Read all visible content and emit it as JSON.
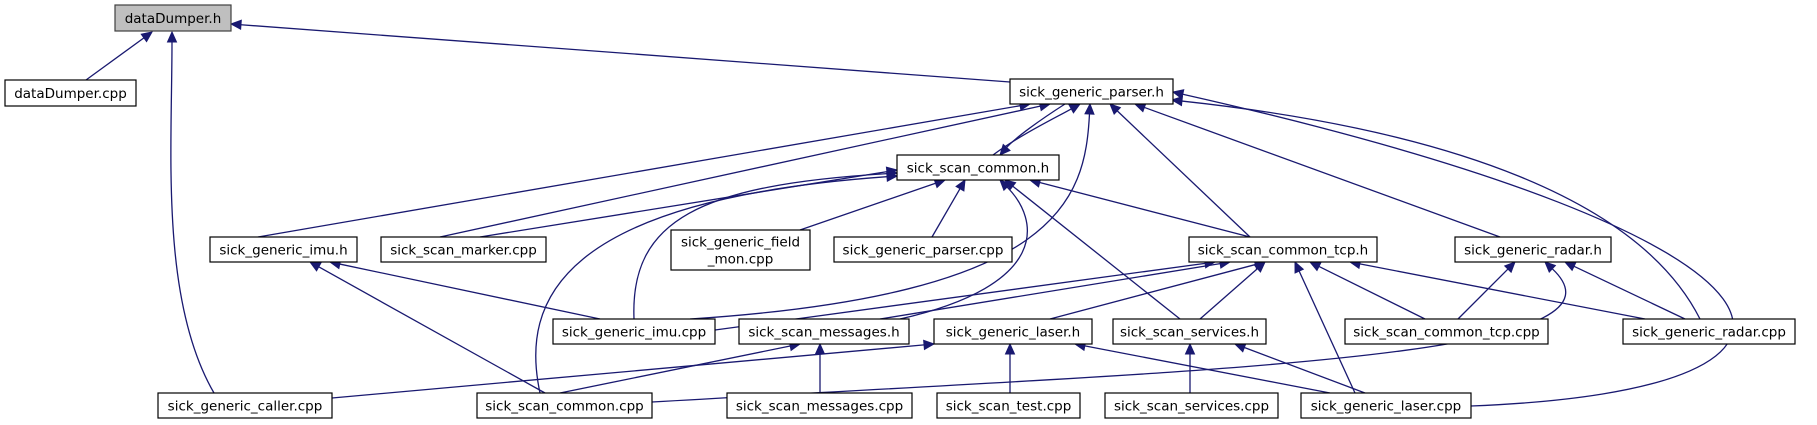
{
  "diagram": {
    "type": "include-dependency-graph",
    "edge_color": "#191970",
    "root_fill": "#bfbfbf",
    "node_fill": "#ffffff",
    "nodes": [
      {
        "id": "dataDumper_h",
        "label": [
          "dataDumper.h"
        ],
        "root": true
      },
      {
        "id": "dataDumper_cpp",
        "label": [
          "dataDumper.cpp"
        ]
      },
      {
        "id": "sick_generic_parser_h",
        "label": [
          "sick_generic_parser.h"
        ]
      },
      {
        "id": "sick_scan_common_h",
        "label": [
          "sick_scan_common.h"
        ]
      },
      {
        "id": "sick_generic_imu_h",
        "label": [
          "sick_generic_imu.h"
        ]
      },
      {
        "id": "sick_scan_marker_cpp",
        "label": [
          "sick_scan_marker.cpp"
        ]
      },
      {
        "id": "sick_generic_field_mon_cpp",
        "label": [
          "sick_generic_field",
          "_mon.cpp"
        ]
      },
      {
        "id": "sick_generic_parser_cpp",
        "label": [
          "sick_generic_parser.cpp"
        ]
      },
      {
        "id": "sick_scan_common_tcp_h",
        "label": [
          "sick_scan_common_tcp.h"
        ]
      },
      {
        "id": "sick_generic_radar_h",
        "label": [
          "sick_generic_radar.h"
        ]
      },
      {
        "id": "sick_generic_imu_cpp",
        "label": [
          "sick_generic_imu.cpp"
        ]
      },
      {
        "id": "sick_scan_messages_h",
        "label": [
          "sick_scan_messages.h"
        ]
      },
      {
        "id": "sick_generic_laser_h",
        "label": [
          "sick_generic_laser.h"
        ]
      },
      {
        "id": "sick_scan_services_h",
        "label": [
          "sick_scan_services.h"
        ]
      },
      {
        "id": "sick_scan_common_tcp_cpp",
        "label": [
          "sick_scan_common_tcp.cpp"
        ]
      },
      {
        "id": "sick_generic_radar_cpp",
        "label": [
          "sick_generic_radar.cpp"
        ]
      },
      {
        "id": "sick_generic_caller_cpp",
        "label": [
          "sick_generic_caller.cpp"
        ]
      },
      {
        "id": "sick_scan_common_cpp",
        "label": [
          "sick_scan_common.cpp"
        ]
      },
      {
        "id": "sick_scan_messages_cpp",
        "label": [
          "sick_scan_messages.cpp"
        ]
      },
      {
        "id": "sick_scan_test_cpp",
        "label": [
          "sick_scan_test.cpp"
        ]
      },
      {
        "id": "sick_scan_services_cpp",
        "label": [
          "sick_scan_services.cpp"
        ]
      },
      {
        "id": "sick_generic_laser_cpp",
        "label": [
          "sick_generic_laser.cpp"
        ]
      }
    ],
    "edges": [
      {
        "from": "dataDumper_cpp",
        "to": "dataDumper_h"
      },
      {
        "from": "sick_generic_caller_cpp",
        "to": "dataDumper_h"
      },
      {
        "from": "sick_generic_parser_h",
        "to": "dataDumper_h"
      },
      {
        "from": "sick_scan_common_h",
        "to": "sick_generic_parser_h"
      },
      {
        "from": "sick_generic_imu_h",
        "to": "sick_generic_parser_h"
      },
      {
        "from": "sick_scan_marker_cpp",
        "to": "sick_generic_parser_h"
      },
      {
        "from": "sick_generic_imu_cpp",
        "to": "sick_generic_parser_h"
      },
      {
        "from": "sick_scan_common_tcp_h",
        "to": "sick_generic_parser_h"
      },
      {
        "from": "sick_generic_radar_h",
        "to": "sick_generic_parser_h"
      },
      {
        "from": "sick_generic_radar_cpp",
        "to": "sick_generic_parser_h"
      },
      {
        "from": "sick_generic_laser_cpp",
        "to": "sick_generic_parser_h"
      },
      {
        "from": "sick_generic_parser_h",
        "to": "sick_scan_common_h"
      },
      {
        "from": "sick_scan_marker_cpp",
        "to": "sick_scan_common_h"
      },
      {
        "from": "sick_generic_field_mon_cpp",
        "to": "sick_scan_common_h"
      },
      {
        "from": "sick_generic_parser_cpp",
        "to": "sick_scan_common_h"
      },
      {
        "from": "sick_scan_common_tcp_h",
        "to": "sick_scan_common_h"
      },
      {
        "from": "sick_generic_imu_cpp",
        "to": "sick_scan_common_h"
      },
      {
        "from": "sick_scan_messages_h",
        "to": "sick_scan_common_h"
      },
      {
        "from": "sick_scan_services_h",
        "to": "sick_scan_common_h"
      },
      {
        "from": "sick_scan_common_cpp",
        "to": "sick_scan_common_h"
      },
      {
        "from": "sick_generic_imu_cpp",
        "to": "sick_generic_imu_h"
      },
      {
        "from": "sick_scan_common_cpp",
        "to": "sick_generic_imu_h"
      },
      {
        "from": "sick_generic_imu_cpp",
        "to": "sick_scan_common_tcp_h"
      },
      {
        "from": "sick_scan_messages_h",
        "to": "sick_scan_common_tcp_h"
      },
      {
        "from": "sick_generic_laser_h",
        "to": "sick_scan_common_tcp_h"
      },
      {
        "from": "sick_scan_services_h",
        "to": "sick_scan_common_tcp_h"
      },
      {
        "from": "sick_generic_laser_cpp",
        "to": "sick_scan_common_tcp_h"
      },
      {
        "from": "sick_scan_common_tcp_cpp",
        "to": "sick_scan_common_tcp_h"
      },
      {
        "from": "sick_generic_radar_cpp",
        "to": "sick_scan_common_tcp_h"
      },
      {
        "from": "sick_scan_common_tcp_cpp",
        "to": "sick_generic_radar_h"
      },
      {
        "from": "sick_scan_common_cpp",
        "to": "sick_generic_radar_h"
      },
      {
        "from": "sick_generic_radar_cpp",
        "to": "sick_generic_radar_h"
      },
      {
        "from": "sick_scan_common_cpp",
        "to": "sick_scan_messages_h"
      },
      {
        "from": "sick_scan_messages_cpp",
        "to": "sick_scan_messages_h"
      },
      {
        "from": "sick_generic_caller_cpp",
        "to": "sick_generic_laser_h"
      },
      {
        "from": "sick_scan_test_cpp",
        "to": "sick_generic_laser_h"
      },
      {
        "from": "sick_generic_laser_cpp",
        "to": "sick_generic_laser_h"
      },
      {
        "from": "sick_scan_services_cpp",
        "to": "sick_scan_services_h"
      },
      {
        "from": "sick_generic_laser_cpp",
        "to": "sick_scan_services_h"
      }
    ]
  }
}
